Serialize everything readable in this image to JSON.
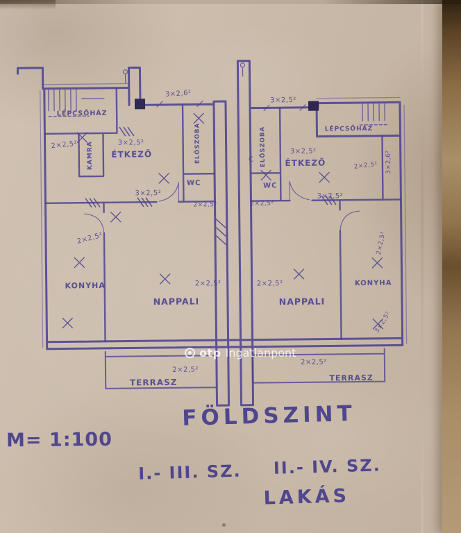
{
  "plan": {
    "title": "FÖLDSZINT",
    "scale": "M= 1:100",
    "unit_left_label": "I.- III. SZ.",
    "unit_right_label": "II.- IV. SZ.",
    "apartment_label": "LAKÁS"
  },
  "watermark": {
    "brand": "otp",
    "suffix": "Ingatlanpont"
  },
  "marks": {
    "c1": "C"
  },
  "rooms": {
    "lepcsohaz_left": "LÉPCSŐHÁZ",
    "kamra_left": "KAMRA",
    "etkezo_left": "ÉTKEZŐ",
    "eloszoba_left": "ELŐSZOBA",
    "wc_left": "WC",
    "konyha_left": "KONYHA",
    "nappali_left": "NAPPALI",
    "terrasz_left": "TERRASZ",
    "eloszoba_right": "ELŐSZOBA",
    "wc_right": "WC",
    "etkezo_right": "ÉTKEZŐ",
    "lepcsohaz_right": "LÉPCSŐHÁZ",
    "nappali_right": "NAPPALI",
    "konyha_right": "KONYHA",
    "terrasz_right": "TERRASZ"
  },
  "dimensions": {
    "lepcsohaz_left": "2×2,5²",
    "etkezo_left": "3×2,5²",
    "top_center": "3×2,6²",
    "top_right": "3×2,5²",
    "hall_left": "3×2,5²",
    "wc_left": "2×2,5²",
    "konyha_left": "2×2,5²",
    "nappali_left": "2×2,5²",
    "nappali_right": "2×2,5²",
    "wc_right": "2×2,5²",
    "etkezo_right": "3×2,5²",
    "lepcsohaz_right": "2×2,5²",
    "right_column": "3×2,6²",
    "hall_right": "3×2,5²",
    "konyha_right_upper": "2×2,5²",
    "konyha_right_lower": "3×2,5²",
    "terrasz_left": "2×2,5²",
    "terrasz_right": "2×2,5²"
  }
}
